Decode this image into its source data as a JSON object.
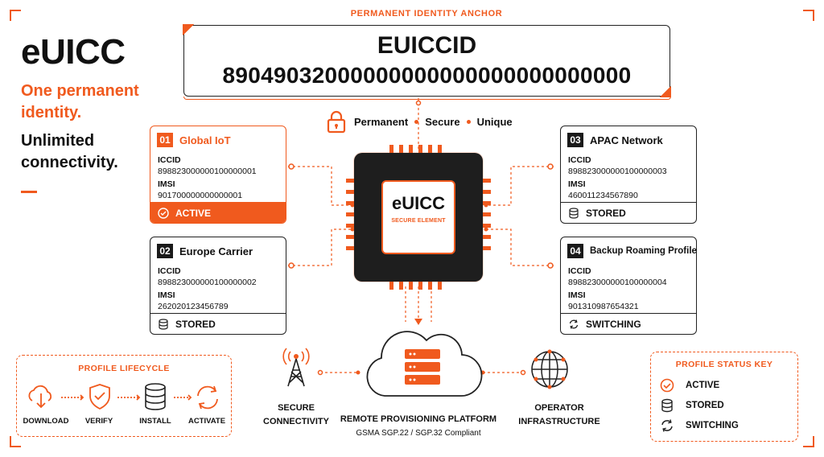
{
  "hero": {
    "title": "eUICC",
    "tagline_1": "One permanent identity.",
    "tagline_2": "Unlimited connectivity."
  },
  "anchor": {
    "label": "PERMANENT IDENTITY ANCHOR",
    "heading": "EUICCID",
    "value": "89049032000000000000000000000000",
    "traits": [
      "Permanent",
      "Secure",
      "Unique"
    ]
  },
  "chip": {
    "title": "eUICC",
    "subtitle": "SECURE ELEMENT"
  },
  "profiles": [
    {
      "number": "01",
      "name": "Global IoT",
      "iccid_label": "ICCID",
      "iccid": "898823000000100000001",
      "imsi_label": "IMSI",
      "imsi": "901700000000000001",
      "status": "ACTIVE",
      "status_icon": "check-circle-icon"
    },
    {
      "number": "02",
      "name": "Europe Carrier",
      "iccid_label": "ICCID",
      "iccid": "898823000000100000002",
      "imsi_label": "IMSI",
      "imsi": "262020123456789",
      "status": "STORED",
      "status_icon": "database-icon"
    },
    {
      "number": "03",
      "name": "APAC Network",
      "iccid_label": "ICCID",
      "iccid": "898823000000100000003",
      "imsi_label": "IMSI",
      "imsi": "460011234567890",
      "status": "STORED",
      "status_icon": "database-icon"
    },
    {
      "number": "04",
      "name": "Backup Roaming Profile",
      "iccid_label": "ICCID",
      "iccid": "898823000000100000004",
      "imsi_label": "IMSI",
      "imsi": "901310987654321",
      "status": "SWITCHING",
      "status_icon": "refresh-icon"
    }
  ],
  "lifecycle": {
    "title": "PROFILE LIFECYCLE",
    "steps": [
      "DOWNLOAD",
      "VERIFY",
      "INSTALL",
      "ACTIVATE"
    ]
  },
  "infrastructure": {
    "left_label_1": "SECURE",
    "left_label_2": "CONNECTIVITY",
    "center_label": "REMOTE PROVISIONING PLATFORM",
    "center_sub": "GSMA SGP.22 / SGP.32 Compliant",
    "right_label_1": "OPERATOR",
    "right_label_2": "INFRASTRUCTURE"
  },
  "status_key": {
    "title": "PROFILE STATUS KEY",
    "items": [
      "ACTIVE",
      "STORED",
      "SWITCHING"
    ]
  },
  "colors": {
    "accent": "#f05a1e",
    "dark": "#1e1e1e"
  }
}
